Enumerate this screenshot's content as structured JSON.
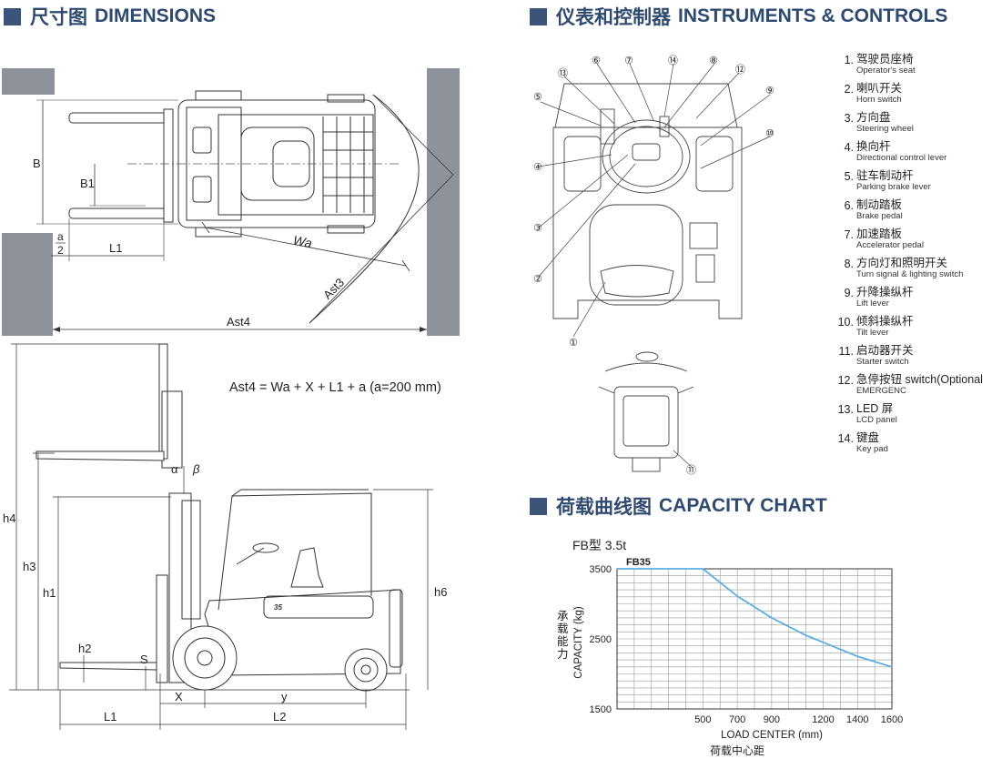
{
  "sections": {
    "dimensions": {
      "zh": "尺寸图",
      "en": "DIMENSIONS"
    },
    "instruments": {
      "zh": "仪表和控制器",
      "en": "INSTRUMENTS & CONTROLS"
    },
    "capacity": {
      "zh": "荷载曲线图",
      "en": "CAPACITY CHART"
    }
  },
  "dim_labels": {
    "B": "B",
    "B1": "B1",
    "a_num": "a",
    "a_den": "2",
    "L1": "L1",
    "Wa": "Wa",
    "Ast3": "Ast3",
    "Ast4": "Ast4",
    "h4": "h4",
    "h3": "h3",
    "h1": "h1",
    "h2": "h2",
    "S": "S",
    "alpha": "α",
    "beta": "β",
    "X": "X",
    "y": "y",
    "L2": "L2",
    "h6": "h6"
  },
  "formula": "Ast4 = Wa + X + L1 + a (a=200 mm)",
  "truck_badge": "35",
  "instrument_items": [
    {
      "num": "1.",
      "zh": "驾驶员座椅",
      "en": "Operator's seat"
    },
    {
      "num": "2.",
      "zh": "喇叭开关",
      "en": "Horn switch"
    },
    {
      "num": "3.",
      "zh": "方向盘",
      "en": "Steering wheel"
    },
    {
      "num": "4.",
      "zh": "换向杆",
      "en": "Directional control lever"
    },
    {
      "num": "5.",
      "zh": "驻车制动杆",
      "en": "Parking brake lever"
    },
    {
      "num": "6.",
      "zh": "制动踏板",
      "en": "Brake pedal"
    },
    {
      "num": "7.",
      "zh": "加速踏板",
      "en": "Accelerator pedal"
    },
    {
      "num": "8.",
      "zh": "方向灯和照明开关",
      "en": "Turn signal & lighting switch"
    },
    {
      "num": "9.",
      "zh": "升降操纵杆",
      "en": "Lift lever"
    },
    {
      "num": "10.",
      "zh": "倾斜操纵杆",
      "en": "Tilt lever"
    },
    {
      "num": "11.",
      "zh": "启动器开关",
      "en": "Starter switch"
    },
    {
      "num": "12.",
      "zh": "急停按钮   switch(Optional",
      "en": "EMERGENC"
    },
    {
      "num": "13.",
      "zh": "LED 屏",
      "en": "LCD panel"
    },
    {
      "num": "14.",
      "zh": "键盘",
      "en": "Key pad"
    }
  ],
  "callouts": [
    "①",
    "②",
    "③",
    "④",
    "⑤",
    "⑥",
    "⑦",
    "⑧",
    "⑨",
    "⑩",
    "⑪",
    "⑫",
    "⑬",
    "⑭"
  ],
  "chart_data": {
    "type": "line",
    "title": "FB型 3.5t",
    "series": [
      {
        "name": "FB35",
        "x": [
          0,
          500,
          700,
          900,
          1100,
          1200,
          1400,
          1600
        ],
        "y": [
          3500,
          3500,
          3110,
          2800,
          2550,
          2450,
          2250,
          2100
        ]
      }
    ],
    "xticks": [
      500,
      700,
      900,
      1200,
      1400,
      1600
    ],
    "yticks": [
      1500,
      2500,
      3500
    ],
    "xlim": [
      0,
      1600
    ],
    "ylim": [
      1500,
      3500
    ],
    "xlabel": "LOAD CENTER (mm)",
    "xlabel_zh": "荷载中心距",
    "ylabel": "CAPACITY (kg)",
    "ylabel_zh": "承载能力",
    "grid": true,
    "line_color": "#5aaee0"
  }
}
